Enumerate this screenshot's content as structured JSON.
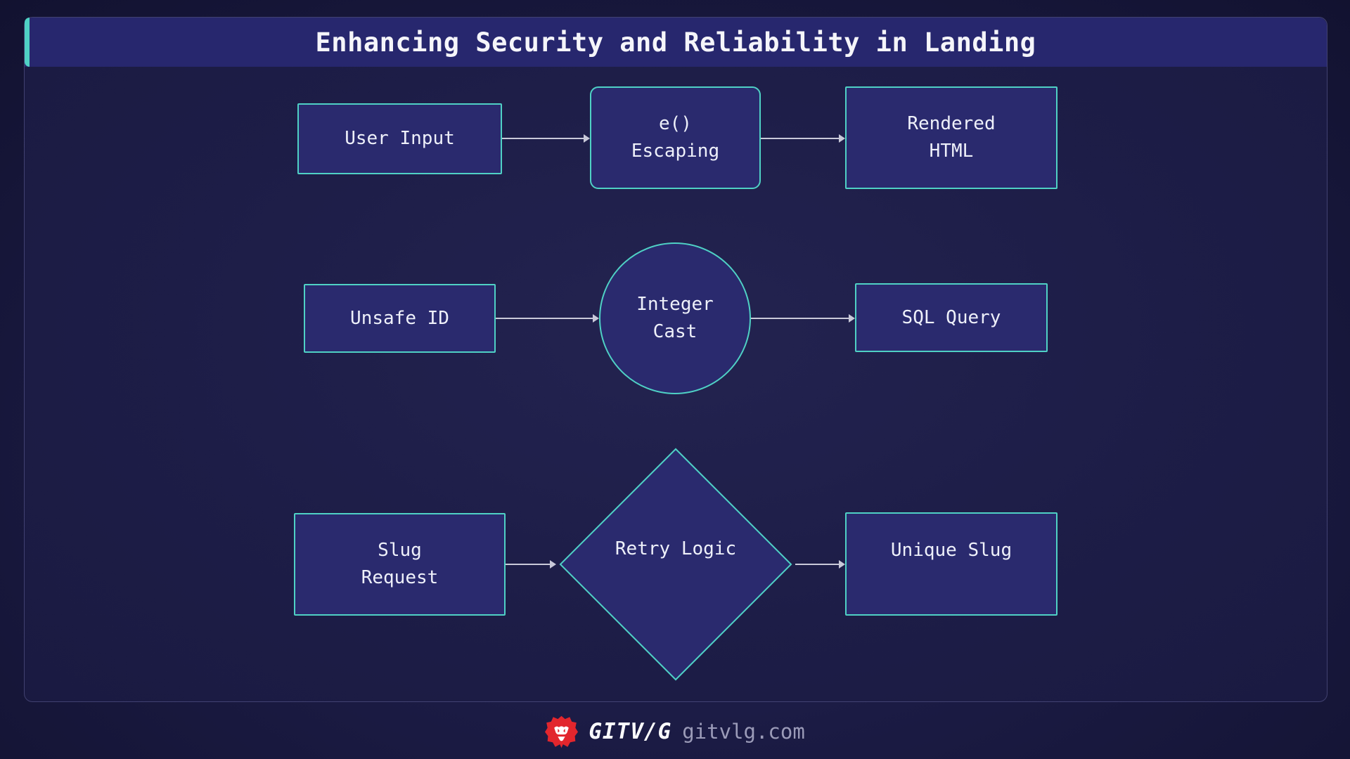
{
  "header": {
    "title": "Enhancing Security and Reliability in Landing"
  },
  "flows": [
    {
      "name": "xss-escaping-flow",
      "source": {
        "label": "User Input",
        "shape": "rect"
      },
      "process": {
        "label": "e()\nEscaping",
        "shape": "rounded-rect"
      },
      "result": {
        "label": "Rendered\nHTML",
        "shape": "rect"
      }
    },
    {
      "name": "sql-cast-flow",
      "source": {
        "label": "Unsafe ID",
        "shape": "rect"
      },
      "process": {
        "label": "Integer\nCast",
        "shape": "circle"
      },
      "result": {
        "label": "SQL Query",
        "shape": "rect"
      }
    },
    {
      "name": "slug-retry-flow",
      "source": {
        "label": "Slug\nRequest",
        "shape": "rect"
      },
      "process": {
        "label": "Retry Logic",
        "shape": "diamond"
      },
      "result": {
        "label": "Unique Slug",
        "shape": "rect"
      }
    }
  ],
  "footer": {
    "logo_icon": "lion-icon",
    "brand": "GITV/G",
    "site": "gitvlg.com"
  },
  "colors": {
    "accent_teal": "#4fd1c5",
    "node_fill": "#2a2a6e",
    "header_fill": "#27276e",
    "arrow": "#c9c9d9",
    "logo_red": "#e2262d"
  }
}
